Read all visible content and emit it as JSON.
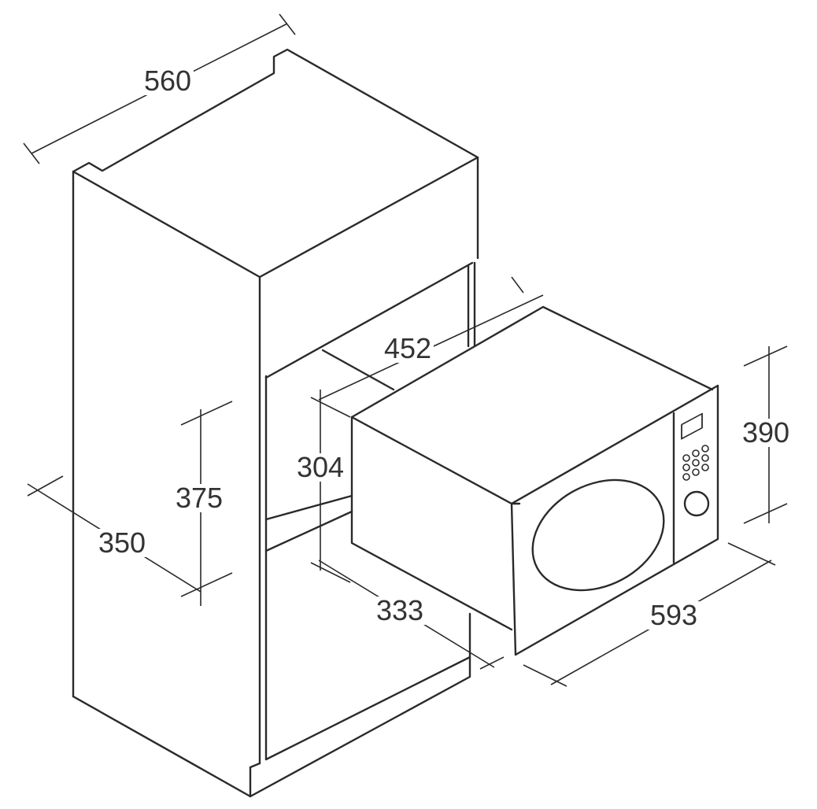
{
  "dimensions": {
    "cabinet_depth": "560",
    "niche_depth": "452",
    "appliance_height": "390",
    "niche_height": "304",
    "cabinet_opening_height": "375",
    "cabinet_side": "350",
    "appliance_depth": "333",
    "appliance_width": "593"
  },
  "colors": {
    "line": "#2a2a2a",
    "text": "#333333"
  }
}
